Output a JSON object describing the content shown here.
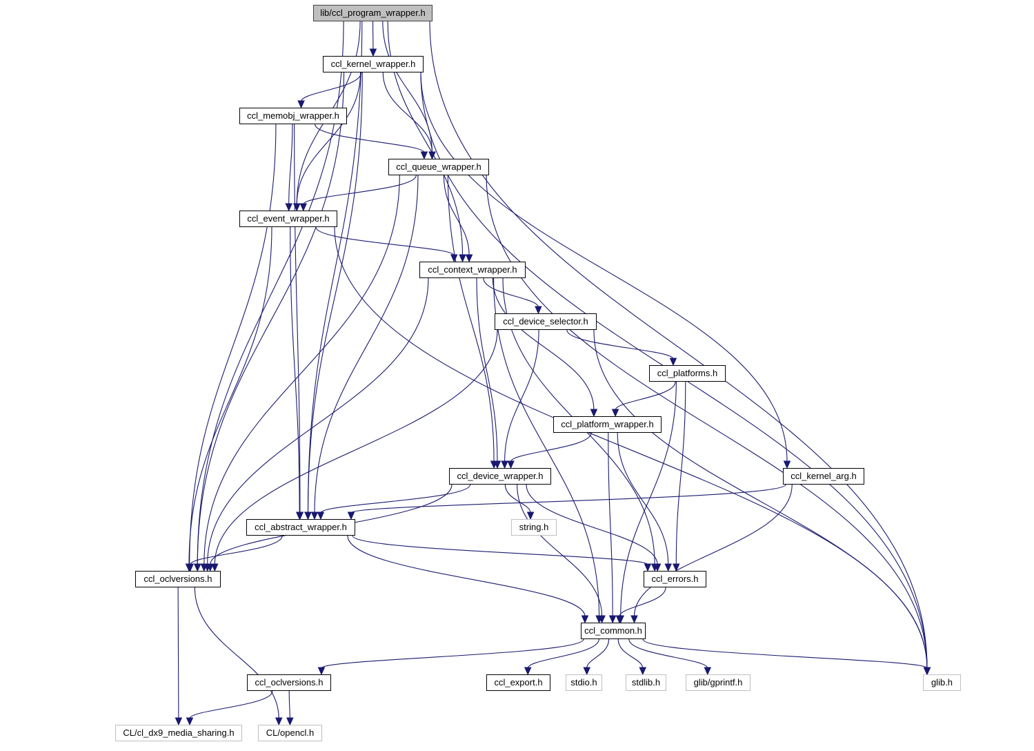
{
  "title": "Include dependency graph for lib/ccl_program_wrapper.h",
  "colors": {
    "edge": "#191970",
    "root_fill": "#bfbfbf",
    "node_border": "#000000",
    "external_border": "#bfbfbf"
  },
  "nodes": [
    {
      "id": "program",
      "label": "lib/ccl_program_wrapper.h",
      "kind": "root"
    },
    {
      "id": "kernel",
      "label": "ccl_kernel_wrapper.h",
      "kind": "internal"
    },
    {
      "id": "memobj",
      "label": "ccl_memobj_wrapper.h",
      "kind": "internal"
    },
    {
      "id": "queue",
      "label": "ccl_queue_wrapper.h",
      "kind": "internal"
    },
    {
      "id": "event",
      "label": "ccl_event_wrapper.h",
      "kind": "internal"
    },
    {
      "id": "context",
      "label": "ccl_context_wrapper.h",
      "kind": "internal"
    },
    {
      "id": "devsel",
      "label": "ccl_device_selector.h",
      "kind": "internal"
    },
    {
      "id": "platforms",
      "label": "ccl_platforms.h",
      "kind": "internal"
    },
    {
      "id": "platform",
      "label": "ccl_platform_wrapper.h",
      "kind": "internal"
    },
    {
      "id": "device",
      "label": "ccl_device_wrapper.h",
      "kind": "internal"
    },
    {
      "id": "kernelarg",
      "label": "ccl_kernel_arg.h",
      "kind": "internal"
    },
    {
      "id": "abstract",
      "label": "ccl_abstract_wrapper.h",
      "kind": "internal"
    },
    {
      "id": "string",
      "label": "string.h",
      "kind": "external"
    },
    {
      "id": "oclversions",
      "label": "ccl_oclversions.h",
      "kind": "internal"
    },
    {
      "id": "errors",
      "label": "ccl_errors.h",
      "kind": "internal"
    },
    {
      "id": "common",
      "label": "ccl_common.h",
      "kind": "internal"
    },
    {
      "id": "oclversions2",
      "label": "ccl_oclversions.h",
      "kind": "internal"
    },
    {
      "id": "export",
      "label": "ccl_export.h",
      "kind": "internal"
    },
    {
      "id": "stdio",
      "label": "stdio.h",
      "kind": "external"
    },
    {
      "id": "stdlib",
      "label": "stdlib.h",
      "kind": "external"
    },
    {
      "id": "gprintf",
      "label": "glib/gprintf.h",
      "kind": "external"
    },
    {
      "id": "glib",
      "label": "glib.h",
      "kind": "external"
    },
    {
      "id": "dx9",
      "label": "CL/cl_dx9_media_sharing.h",
      "kind": "external"
    },
    {
      "id": "opencl",
      "label": "CL/opencl.h",
      "kind": "external"
    }
  ],
  "edges": [
    [
      "program",
      "kernel"
    ],
    [
      "program",
      "queue"
    ],
    [
      "program",
      "event"
    ],
    [
      "program",
      "context"
    ],
    [
      "program",
      "abstract"
    ],
    [
      "program",
      "oclversions"
    ],
    [
      "program",
      "glib"
    ],
    [
      "kernel",
      "memobj"
    ],
    [
      "kernel",
      "queue"
    ],
    [
      "kernel",
      "event"
    ],
    [
      "kernel",
      "abstract"
    ],
    [
      "kernel",
      "oclversions"
    ],
    [
      "kernel",
      "kernelarg"
    ],
    [
      "kernel",
      "glib"
    ],
    [
      "memobj",
      "queue"
    ],
    [
      "memobj",
      "event"
    ],
    [
      "memobj",
      "abstract"
    ],
    [
      "memobj",
      "oclversions"
    ],
    [
      "queue",
      "event"
    ],
    [
      "queue",
      "context"
    ],
    [
      "queue",
      "device"
    ],
    [
      "queue",
      "abstract"
    ],
    [
      "queue",
      "oclversions"
    ],
    [
      "queue",
      "glib"
    ],
    [
      "event",
      "context"
    ],
    [
      "event",
      "abstract"
    ],
    [
      "event",
      "oclversions"
    ],
    [
      "event",
      "glib"
    ],
    [
      "context",
      "devsel"
    ],
    [
      "context",
      "platform"
    ],
    [
      "context",
      "device"
    ],
    [
      "context",
      "errors"
    ],
    [
      "context",
      "common"
    ],
    [
      "context",
      "oclversions"
    ],
    [
      "devsel",
      "platforms"
    ],
    [
      "devsel",
      "device"
    ],
    [
      "devsel",
      "oclversions"
    ],
    [
      "devsel",
      "glib"
    ],
    [
      "platforms",
      "platform"
    ],
    [
      "platforms",
      "errors"
    ],
    [
      "platforms",
      "common"
    ],
    [
      "platform",
      "device"
    ],
    [
      "platform",
      "errors"
    ],
    [
      "platform",
      "common"
    ],
    [
      "device",
      "abstract"
    ],
    [
      "device",
      "string"
    ],
    [
      "device",
      "errors"
    ],
    [
      "device",
      "common"
    ],
    [
      "device",
      "oclversions"
    ],
    [
      "kernelarg",
      "abstract"
    ],
    [
      "kernelarg",
      "common"
    ],
    [
      "abstract",
      "oclversions"
    ],
    [
      "abstract",
      "errors"
    ],
    [
      "abstract",
      "common"
    ],
    [
      "errors",
      "common"
    ],
    [
      "oclversions",
      "dx9"
    ],
    [
      "oclversions",
      "opencl"
    ],
    [
      "common",
      "oclversions2"
    ],
    [
      "common",
      "export"
    ],
    [
      "common",
      "stdio"
    ],
    [
      "common",
      "stdlib"
    ],
    [
      "common",
      "gprintf"
    ],
    [
      "common",
      "glib"
    ],
    [
      "oclversions2",
      "dx9"
    ],
    [
      "oclversions2",
      "opencl"
    ]
  ]
}
